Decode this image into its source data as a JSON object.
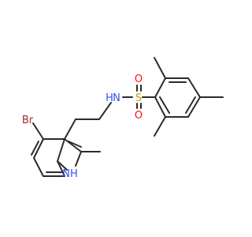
{
  "molecule": {
    "atom_labels": {
      "nh_amide": "N",
      "h_amide": "H",
      "sulfur": "S",
      "oxygen_top": "O",
      "oxygen_bottom": "O",
      "bromine": "Br",
      "nh_indole": "NH"
    },
    "colors": {
      "bond": "#2b2b2b",
      "nitrogen": "#3050f8",
      "sulfur": "#b8a600",
      "oxygen": "#ff0d0d",
      "bromine": "#a62929"
    }
  }
}
